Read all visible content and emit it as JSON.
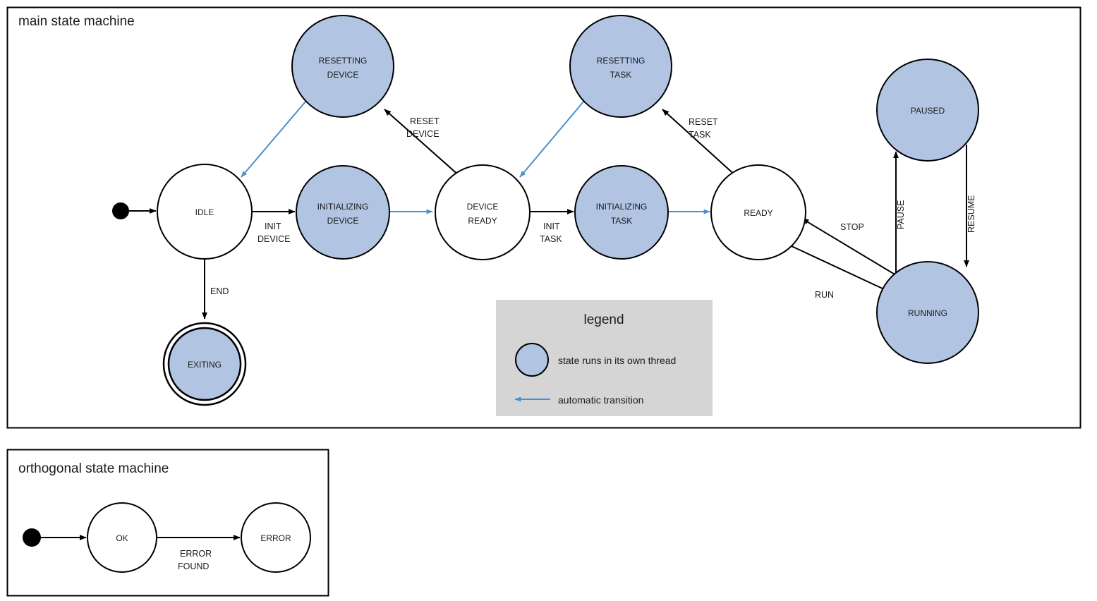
{
  "diagram": {
    "type": "state-machine",
    "frames": [
      {
        "id": "main",
        "title": "main state machine"
      },
      {
        "id": "orthogonal",
        "title": "orthogonal state machine"
      }
    ],
    "colors": {
      "thread_state_fill": "#b1c5e3",
      "plain_state_fill": "#ffffff",
      "stroke": "#000000",
      "automatic_transition": "#4a90cf",
      "legend_background": "#d5d5d5",
      "initial_dot": "#000000"
    }
  },
  "main": {
    "title": "main state machine",
    "states": [
      {
        "id": "idle",
        "label": "IDLE",
        "lines": [
          "IDLE"
        ],
        "threaded": false,
        "final": false
      },
      {
        "id": "resetting_device",
        "label": "RESETTING DEVICE",
        "lines": [
          "RESETTING",
          "DEVICE"
        ],
        "threaded": true,
        "final": false
      },
      {
        "id": "initializing_device",
        "label": "INITIALIZING DEVICE",
        "lines": [
          "INITIALIZING",
          "DEVICE"
        ],
        "threaded": true,
        "final": false
      },
      {
        "id": "device_ready",
        "label": "DEVICE READY",
        "lines": [
          "DEVICE",
          "READY"
        ],
        "threaded": false,
        "final": false
      },
      {
        "id": "resetting_task",
        "label": "RESETTING TASK",
        "lines": [
          "RESETTING",
          "TASK"
        ],
        "threaded": true,
        "final": false
      },
      {
        "id": "initializing_task",
        "label": "INITIALIZING TASK",
        "lines": [
          "INITIALIZING",
          "TASK"
        ],
        "threaded": true,
        "final": false
      },
      {
        "id": "ready",
        "label": "READY",
        "lines": [
          "READY"
        ],
        "threaded": false,
        "final": false
      },
      {
        "id": "paused",
        "label": "PAUSED",
        "lines": [
          "PAUSED"
        ],
        "threaded": true,
        "final": false
      },
      {
        "id": "running",
        "label": "RUNNING",
        "lines": [
          "RUNNING"
        ],
        "threaded": true,
        "final": false
      },
      {
        "id": "exiting",
        "label": "EXITING",
        "lines": [
          "EXITING"
        ],
        "threaded": true,
        "final": true
      }
    ],
    "transitions": [
      {
        "from": "initial",
        "to": "idle",
        "label": "",
        "lines": [],
        "automatic": false
      },
      {
        "from": "idle",
        "to": "initializing_device",
        "label": "INIT DEVICE",
        "lines": [
          "INIT",
          "DEVICE"
        ],
        "automatic": false
      },
      {
        "from": "idle",
        "to": "exiting",
        "label": "END",
        "lines": [
          "END"
        ],
        "automatic": false
      },
      {
        "from": "initializing_device",
        "to": "device_ready",
        "label": "",
        "lines": [],
        "automatic": true
      },
      {
        "from": "device_ready",
        "to": "resetting_device",
        "label": "RESET DEVICE",
        "lines": [
          "RESET",
          "DEVICE"
        ],
        "automatic": false
      },
      {
        "from": "resetting_device",
        "to": "idle",
        "label": "",
        "lines": [],
        "automatic": true
      },
      {
        "from": "device_ready",
        "to": "initializing_task",
        "label": "INIT TASK",
        "lines": [
          "INIT",
          "TASK"
        ],
        "automatic": false
      },
      {
        "from": "initializing_task",
        "to": "ready",
        "label": "",
        "lines": [],
        "automatic": true
      },
      {
        "from": "ready",
        "to": "resetting_task",
        "label": "RESET TASK",
        "lines": [
          "RESET",
          "TASK"
        ],
        "automatic": false
      },
      {
        "from": "resetting_task",
        "to": "device_ready",
        "label": "",
        "lines": [],
        "automatic": true
      },
      {
        "from": "ready",
        "to": "running",
        "label": "RUN",
        "lines": [
          "RUN"
        ],
        "automatic": false
      },
      {
        "from": "running",
        "to": "ready",
        "label": "STOP",
        "lines": [
          "STOP"
        ],
        "automatic": false
      },
      {
        "from": "running",
        "to": "paused",
        "label": "PAUSE",
        "lines": [
          "PAUSE"
        ],
        "automatic": false,
        "rotated": true
      },
      {
        "from": "paused",
        "to": "running",
        "label": "RESUME",
        "lines": [
          "RESUME"
        ],
        "automatic": false,
        "rotated": true
      }
    ]
  },
  "orthogonal": {
    "title": "orthogonal state machine",
    "states": [
      {
        "id": "ok",
        "label": "OK",
        "lines": [
          "OK"
        ],
        "threaded": false,
        "final": false
      },
      {
        "id": "error",
        "label": "ERROR",
        "lines": [
          "ERROR"
        ],
        "threaded": false,
        "final": false
      }
    ],
    "transitions": [
      {
        "from": "initial",
        "to": "ok",
        "label": "",
        "lines": [],
        "automatic": false
      },
      {
        "from": "ok",
        "to": "error",
        "label": "ERROR FOUND",
        "lines": [
          "ERROR",
          "FOUND"
        ],
        "automatic": false
      }
    ]
  },
  "legend": {
    "title": "legend",
    "items": [
      {
        "symbol": "filled-circle",
        "text": "state runs in its own thread"
      },
      {
        "symbol": "blue-arrow-left",
        "text": "automatic transition"
      }
    ]
  }
}
